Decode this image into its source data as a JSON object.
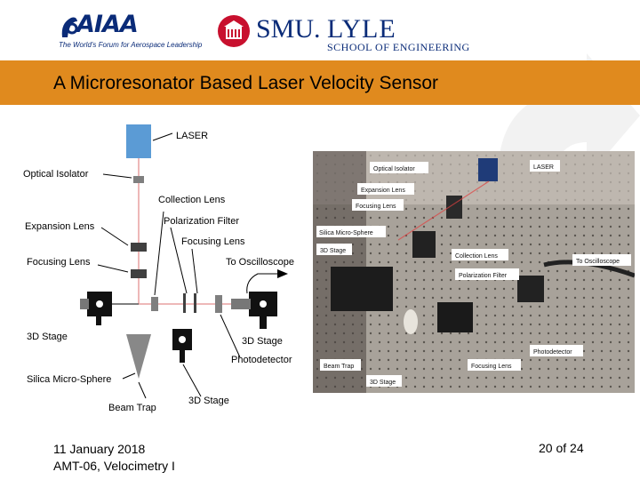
{
  "logos": {
    "aiaa_name": "AIAA",
    "aiaa_tagline": "The World's Forum for Aerospace Leadership",
    "smu_name": "SMU.",
    "lyle_name": "LYLE",
    "lyle_school": "SCHOOL OF ENGINEERING"
  },
  "slide": {
    "title": "A Microresonator Based Laser Velocity Sensor",
    "footer_date": "11 January 2018",
    "footer_session": "AMT-06, Velocimetry I",
    "page_indicator": "20 of 24"
  },
  "diagram": {
    "laser": "LASER",
    "optical_isolator": "Optical Isolator",
    "collection_lens": "Collection Lens",
    "polarization_filter": "Polarization Filter",
    "expansion_lens": "Expansion Lens",
    "focusing_lens_right": "Focusing Lens",
    "focusing_lens_left": "Focusing Lens",
    "to_oscilloscope": "To Oscilloscope",
    "stage_left": "3D Stage",
    "stage_right": "3D Stage",
    "photodetector": "Photodetector",
    "silica_micro_sphere": "Silica Micro-Sphere",
    "beam_trap": "Beam Trap",
    "stage_bottom": "3D Stage"
  },
  "photo": {
    "optical_isolator": "Optical Isolator",
    "laser": "LASER",
    "expansion_lens": "Expansion Lens",
    "focusing_lens_top": "Focusing Lens",
    "silica_micro_sphere": "Silica Micro-Sphere",
    "stage_left": "3D Stage",
    "collection_lens": "Collection Lens",
    "to_oscilloscope": "To Oscilloscope",
    "polarization_filter": "Polarization Filter",
    "photodetector": "Photodetector",
    "beam_trap": "Beam Trap",
    "focusing_lens_bottom": "Focusing Lens",
    "stage_bottom": "3D Stage"
  },
  "colors": {
    "banner": "#e08a1e",
    "brand_blue": "#0a2b78",
    "smu_red": "#c8102e",
    "beam": "#e8a0a0",
    "laser_box": "#5b9bd5"
  }
}
